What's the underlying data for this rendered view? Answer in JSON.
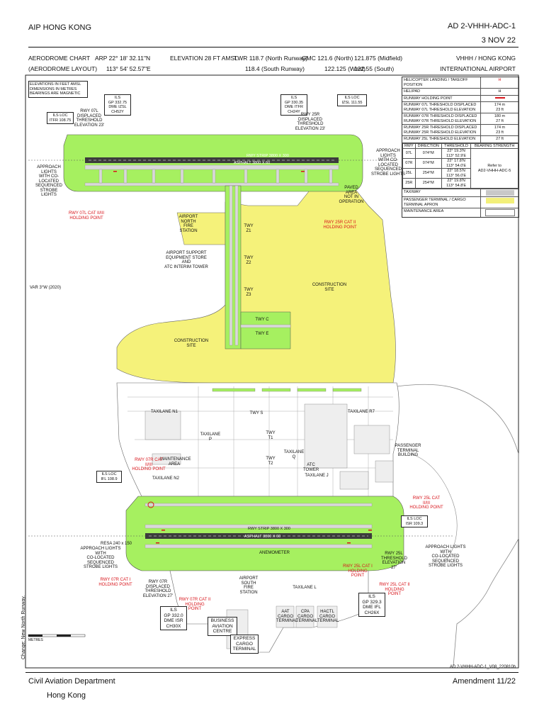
{
  "header": {
    "left_title": "AIP HONG KONG",
    "doc_id": "AD 2-VHHH-ADC-1",
    "date": "3 NOV 22",
    "chart_title_1": "AERODROME CHART",
    "chart_title_2": "(AERODROME LAYOUT)",
    "arp_1": "ARP   22° 18' 32.11\"N",
    "arp_2": "113° 54' 52.57\"E",
    "elevation": "ELEVATION 28 FT AMSL",
    "twr_1": "TWR 118.7 (North Runway)",
    "twr_2": "118.4 (South Runway)",
    "gmc_1": "GMC  121.6 (North)",
    "gmc_2": "122.125 (West)",
    "gmc_3": "121.875 (Midfield)",
    "gmc_4": "122.55 (South)",
    "airport_1": "VHHH / HONG KONG",
    "airport_2": "INTERNATIONAL AIRPORT"
  },
  "notes": {
    "units": "ELEVATIONS IN FEET AMSL\nDIMENSIONS IN METRES\nBEARINGS ARE MAGNETIC",
    "var": "VAR 3°W (2020)",
    "metres": "METRES",
    "change": "Change: New North Runway."
  },
  "legend": {
    "rows": [
      {
        "label": "HELICOPTER LANDING / TAKEOFF POSITION",
        "value": "H"
      },
      {
        "label": "HELIPAD",
        "value": "H"
      },
      {
        "label": "RUNWAY HOLDING POINT",
        "value": ""
      },
      {
        "label": "RUNWAY 07L THRESHOLD DISPLACED\nRUNWAY 07L THRESHOLD ELEVATION",
        "value": "174 m\n23 ft"
      },
      {
        "label": "RUNWAY 07R THRESHOLD DISPLACED\nRUNWAY 07R THRESHOLD ELEVATION",
        "value": "180 m\n27 ft"
      },
      {
        "label": "RUNWAY 25R THRESHOLD DISPLACED\nRUNWAY 25R THRESHOLD ELEVATION",
        "value": "174 m\n23 ft"
      },
      {
        "label": "RUNWAY 25L THRESHOLD ELEVATION",
        "value": "27 ft"
      }
    ],
    "table_headers": [
      "RWY",
      "DIRECTION",
      "THRESHOLD",
      "BEARING STRENGTH"
    ],
    "table_rows": [
      {
        "rwy": "07L",
        "dir": "074°M",
        "thr": "22° 19.3'N\n113° 52.9'E"
      },
      {
        "rwy": "07R",
        "dir": "074°M",
        "thr": "22° 17.8'N\n113° 54.0'E"
      },
      {
        "rwy": "25L",
        "dir": "254°M",
        "thr": "22° 18.5'N\n113° 56.0'E"
      },
      {
        "rwy": "25R",
        "dir": "254°M",
        "thr": "22° 19.8'N\n113° 54.8'E"
      }
    ],
    "bearing_note": "Refer to\nAD2-VHHH-ADC-5",
    "area_rows": [
      "TAXIWAY",
      "PASSENGER TERMINAL / CARGO TERMINAL APRON",
      "MAINTENANCE AREA"
    ],
    "colors": {
      "taxiway": "#c8c8c8",
      "apron": "#f3f07a",
      "maintenance": "#ffffff"
    }
  },
  "map": {
    "colors": {
      "grass": "#a6f060",
      "construction": "#f5f27a",
      "runway": "#3c3c3c",
      "taxiway": "#d9d9d9",
      "red": "#d8151b",
      "water_line": "#777777"
    },
    "north_runway": {
      "strip": "RWY STRIP 3800 X 300",
      "asphalt": "ASPHALT 3800 X 60"
    },
    "south_runway": {
      "strip": "RWY STRIP 3800 X 300",
      "asphalt": "ASPHALT 3800 X 60"
    },
    "labels": {
      "ils_loc_n_w": "ILS LOC\nITFR 108.75",
      "ils_gp_n_w": "ILS\nGP 332.75\nDME IZSL\nCH52Y",
      "thr07l_note": "RWY 07L DISPLACED\nTHRESHOLD\nELEVATION 23'",
      "ils_gp_n_e": "ILS\nGP 330.35\nDME ITFR\nCH24Y",
      "thr25r_note": "RWY 25R DISPLACED\nTHRESHOLD\nELEVATION 23'",
      "ils_loc_n_e": "ILS LOC\nIZSL 111.55",
      "appr_lights_ne": "APPROACH LIGHTS\nWITH CO-LOCATED\nSEQUENCED\nSTROBE LIGHTS",
      "appr_lights_nw": "APPROACH LIGHTS\nWITH CO-LOCATED\nSEQUENCED STROBE\nLIGHTS",
      "paved_area": "PAVED AREA\nNOT IN\nOPERATION",
      "hp_07l": "RWY 07L CAT II/III\nHOLDING POINT",
      "hp_25r": "RWY 25R CAT II\nHOLDING POINT",
      "fire_north": "AIRPORT\nNORTH\nFIRE STATION",
      "equip_store": "AIRPORT SUPPORT\nEQUIPMENT STORE AND\nATC INTERIM TOWER",
      "construction_1": "CONSTRUCTION SITE",
      "construction_2": "CONSTRUCTION SITE",
      "ils_loc_s_w": "ILS LOC\nIFL 108.9",
      "hp_07r_cat": "RWY 07R CAT II/III\nHOLDING POINT",
      "maint_area": "MAINTENANCE\nAREA",
      "taxilane_n1": "TAXILANE N1",
      "taxilane_n2": "TAXILANE N2",
      "taxilane_p": "TAXILANE P",
      "taxilane_q": "TAXILANE Q",
      "taxilane_j": "TAXILANE J",
      "taxilane_r7": "TAXILANE R7",
      "twy_t1": "TWY T1",
      "twy_t2": "TWY T2",
      "twy_s": "TWY S",
      "twy_z1": "TWY Z1",
      "twy_z2": "TWY Z2",
      "twy_z3": "TWY Z3",
      "twy_c": "TWY C",
      "twy_e": "TWY E",
      "atc_tower": "ATC\nTOWER",
      "pax_terminal": "PASSENGER\nTERMINAL\nBUILDING",
      "hp_25l": "RWY 25L CAT II/III\nHOLDING POINT",
      "ils_loc_s_e": "ILS LOC\nISR 109.3",
      "resa": "RESA 240 x 150",
      "appr_lights_sw": "APPROACH LIGHTS WITH\nCO-LOCATED SEQUENCED\nSTROBE LIGHTS",
      "appr_lights_se": "APPROACH LIGHTS WITH\nCO-LOCATED SEQUENCED\nSTROBE LIGHTS",
      "hp_07r": "RWY 07R CAT I\nHOLDING POINT",
      "thr07r_note": "RWY 07R DISPLACED\nTHRESHOLD\nELEVATION 27'",
      "hp_07r_cat1": "RWY 07R CAT II\nHOLDING POINT",
      "hp_25l_cat1": "RWY 25L CAT I\nHOLDING POINT",
      "hp_25l_cat2": "RWY 25L CAT II\nHOLDING POINT",
      "rwy25l_elev": "RWY 25L\nTHRESHOLD\nELEVATION\n27'",
      "fire_south": "AIRPORT\nSOUTH\nFIRE STATION",
      "taxilane_l": "TAXILANE L",
      "ils_gp_s_w": "ILS\nGP 332.0\nDME ISR\nCH30X",
      "ils_gp_s_e": "ILS\nGP 329.3\nDME IFL\nCH26X",
      "business_av": "BUSINESS\nAVIATION\nCENTRE",
      "express_cargo": "EXPRESS\nCARGO\nTERMINAL",
      "air_cargo": "AAT\nCARGO\nTERMINAL",
      "dhl_cargo": "CPA\nCARGO\nTERMINAL",
      "hactl_cargo": "HACTL\nCARGO\nTERMINAL",
      "anemometer": "ANEMOMETER"
    }
  },
  "footer": {
    "file_ref": "AD 2-VHHH-ADC-1_V08_220810h",
    "dept_1": "Civil Aviation Department",
    "dept_2": "Hong Kong",
    "amendment": "Amendment 11/22"
  }
}
